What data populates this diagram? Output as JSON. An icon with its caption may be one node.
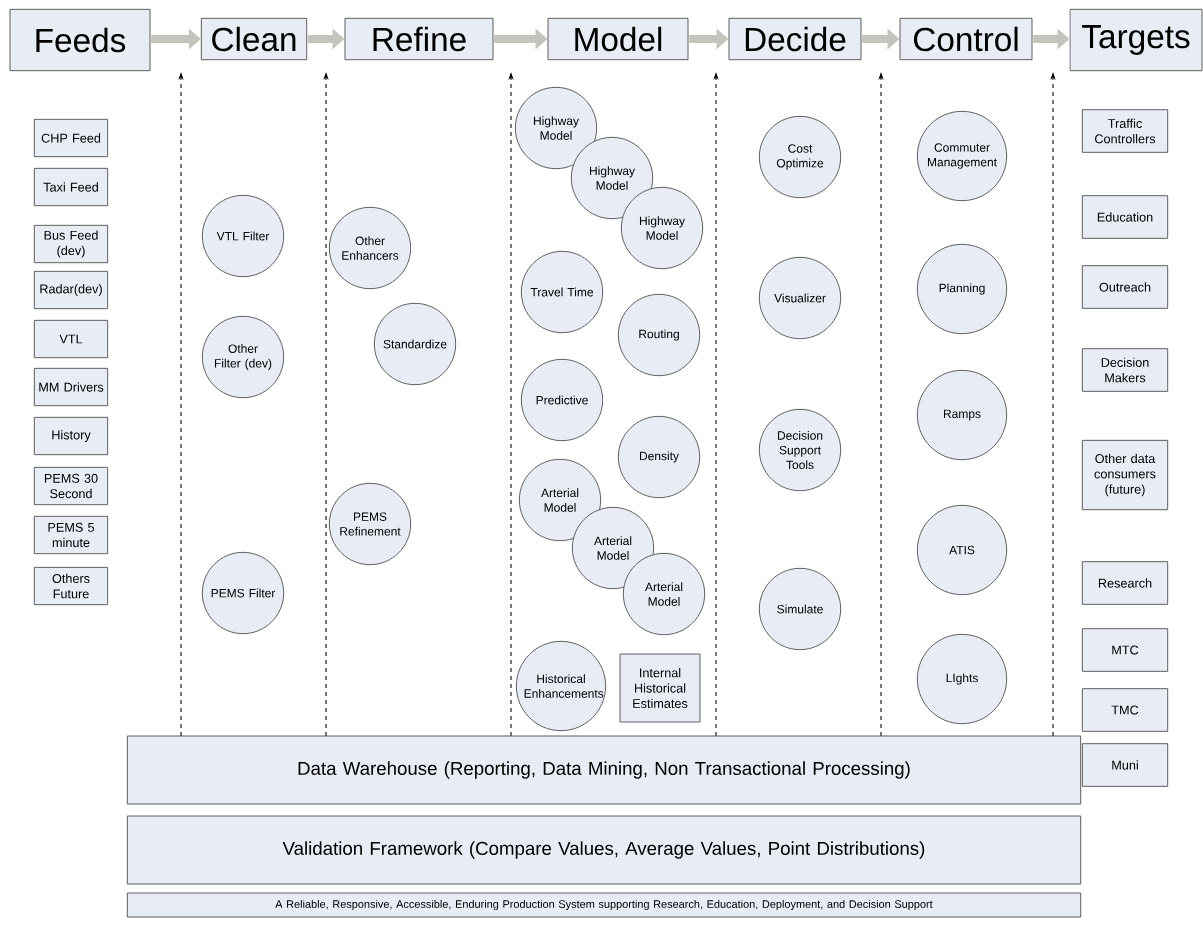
{
  "diagram": {
    "nodes": [
      {
        "text": [
          "Feeds"
        ]
      },
      {
        "text": [
          "Clean"
        ]
      },
      {
        "text": [
          "Refine"
        ]
      },
      {
        "text": [
          "Model"
        ]
      },
      {
        "text": [
          "Decide"
        ]
      },
      {
        "text": [
          "Control"
        ]
      },
      {
        "text": [
          "Targets"
        ]
      },
      {
        "text": [
          "CHP Feed"
        ]
      },
      {
        "text": [
          "Taxi Feed"
        ]
      },
      {
        "text": [
          "Bus Feed (dev)"
        ]
      },
      {
        "text": [
          "Radar(dev)"
        ]
      },
      {
        "text": [
          "VTL"
        ]
      },
      {
        "text": [
          "MM Drivers"
        ]
      },
      {
        "text": [
          "History"
        ]
      },
      {
        "text": [
          "PEMS 30 Second"
        ]
      },
      {
        "text": [
          "PEMS 5 minute"
        ]
      },
      {
        "text": [
          "Others Future"
        ]
      },
      {
        "text": [
          "VTL Filter"
        ]
      },
      {
        "text": [
          "Other Filter (dev)"
        ]
      },
      {
        "text": [
          "PEMS Filter"
        ]
      },
      {
        "text": [
          "Other Enhancers"
        ]
      },
      {
        "text": [
          "Standardize"
        ]
      },
      {
        "text": [
          "PEMS Refinement"
        ]
      },
      {
        "text": [
          "Highway Model"
        ]
      },
      {
        "text": [
          "Highway Model"
        ]
      },
      {
        "text": [
          "Highway Model"
        ]
      },
      {
        "text": [
          "Travel Time"
        ]
      },
      {
        "text": [
          "Routing"
        ]
      },
      {
        "text": [
          "Predictive"
        ]
      },
      {
        "text": [
          "Density"
        ]
      },
      {
        "text": [
          "Arterial Model"
        ]
      },
      {
        "text": [
          "Arterial Model"
        ]
      },
      {
        "text": [
          "Arterial Model"
        ]
      },
      {
        "text": [
          "Historical Enhancements"
        ]
      },
      {
        "text": [
          "Internal Historical Estimates"
        ]
      },
      {
        "text": [
          "Cost Optimize"
        ]
      },
      {
        "text": [
          "Visualizer"
        ]
      },
      {
        "text": [
          "Decision Support Tools"
        ]
      },
      {
        "text": [
          "Simulate"
        ]
      },
      {
        "text": [
          "Commuter Management"
        ]
      },
      {
        "text": [
          "Planning"
        ]
      },
      {
        "text": [
          "Ramps"
        ]
      },
      {
        "text": [
          "ATIS"
        ]
      },
      {
        "text": [
          "LIghts"
        ]
      },
      {
        "text": [
          "Traffic Controllers"
        ]
      },
      {
        "text": [
          "Education"
        ]
      },
      {
        "text": [
          "Outreach"
        ]
      },
      {
        "text": [
          "Decision Makers"
        ]
      },
      {
        "text": [
          "Other data consumers (future)"
        ]
      },
      {
        "text": [
          "Research"
        ]
      },
      {
        "text": [
          "MTC"
        ]
      },
      {
        "text": [
          "TMC"
        ]
      },
      {
        "text": [
          "Muni"
        ]
      },
      {
        "text": [
          "Data Warehouse (Reporting, Data Mining, Non Transactional Processing)"
        ]
      },
      {
        "text": [
          "Validation Framework (Compare Values, Average Values, Point Distributions)"
        ]
      },
      {
        "text": [
          "A Reliable, Responsive, Accessible, Enduring Production System supporting Research, Education, Deployment, and Decision Support"
        ]
      }
    ],
    "edges": [
      {
        "from": 0,
        "to": 1,
        "arrow": "to",
        "style": "thick",
        "color": "#c3c5bc"
      },
      {
        "from": 1,
        "to": 2,
        "arrow": "to",
        "style": "thick",
        "color": "#c3c5bc"
      },
      {
        "from": 2,
        "to": 3,
        "arrow": "to",
        "style": "thick",
        "color": "#c3c5bc"
      },
      {
        "from": 3,
        "to": 4,
        "arrow": "to",
        "style": "thick",
        "color": "#c3c5bc"
      },
      {
        "from": 4,
        "to": 5,
        "arrow": "to",
        "style": "thick",
        "color": "#c3c5bc"
      },
      {
        "from": 5,
        "to": 6,
        "arrow": "to",
        "style": "thick",
        "color": "#c3c5bc"
      },
      {
        "from": 53,
        "to": null,
        "arrow": "to",
        "style": "dashed",
        "color": "#000000"
      },
      {
        "from": 53,
        "to": null,
        "arrow": "to",
        "style": "dashed",
        "color": "#000000"
      },
      {
        "from": 53,
        "to": null,
        "arrow": "to",
        "style": "dashed",
        "color": "#000000"
      },
      {
        "from": 53,
        "to": null,
        "arrow": "to",
        "style": "dashed",
        "color": "#000000"
      },
      {
        "from": 53,
        "to": null,
        "arrow": "to",
        "style": "dashed",
        "color": "#000000"
      },
      {
        "from": 53,
        "to": null,
        "arrow": "to",
        "style": "dashed",
        "color": "#000000"
      }
    ]
  }
}
